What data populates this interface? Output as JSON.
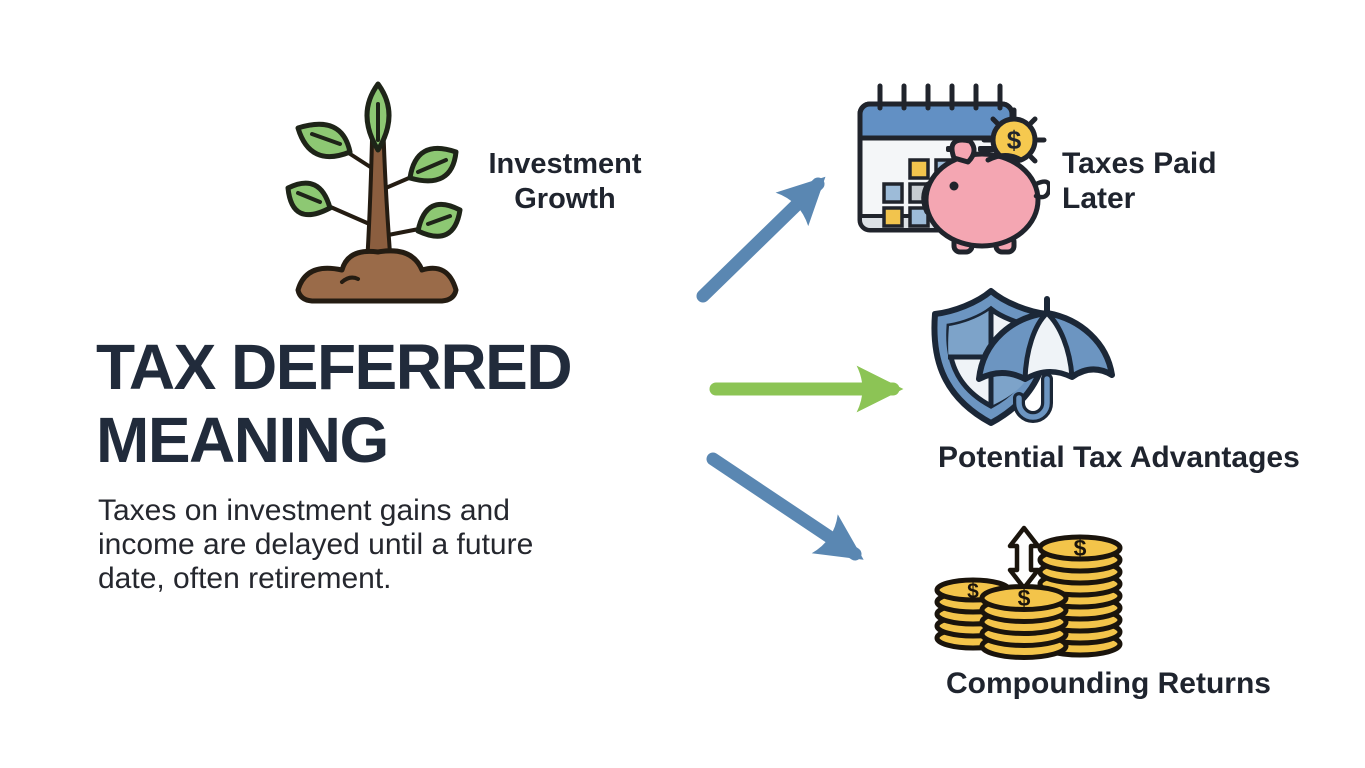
{
  "title": {
    "lines": [
      "TAX DEFERRED",
      "MEANING"
    ],
    "color": "#212b3b"
  },
  "description": "Taxes on investment gains and income are delayed until a future date, often retirement.",
  "source": {
    "icon": "seedling-plant-icon",
    "lines": [
      "Investment",
      "Growth"
    ]
  },
  "branches": [
    {
      "icon": "calendar-piggy-bank-icon",
      "lines": [
        "Taxes Paid",
        "Later"
      ],
      "arrow": {
        "direction": "up-right",
        "color": "#5a87b2"
      }
    },
    {
      "icon": "shield-umbrella-icon",
      "lines": [
        "Potential Tax Advantages"
      ],
      "arrow": {
        "direction": "right",
        "color": "#8cc455"
      }
    },
    {
      "icon": "coin-stacks-icon",
      "lines": [
        "Compounding Returns"
      ],
      "arrow": {
        "direction": "down-right",
        "color": "#5a87b2"
      }
    }
  ],
  "icons": {
    "coin_symbol": "$"
  },
  "palette": {
    "background": "#ffffff",
    "text_dark": "#1f242e",
    "arrow_blue": "#5a87b2",
    "arrow_green": "#8cc455",
    "leaf_green": "#8dc873",
    "stem_brown": "#8b5e3f",
    "soil_brown": "#9a6b49",
    "calendar_blue": "#6290c4",
    "piggy_pink": "#f4a6b2",
    "coin_gold": "#f3c44a",
    "shield_blue": "#6c95c1"
  }
}
